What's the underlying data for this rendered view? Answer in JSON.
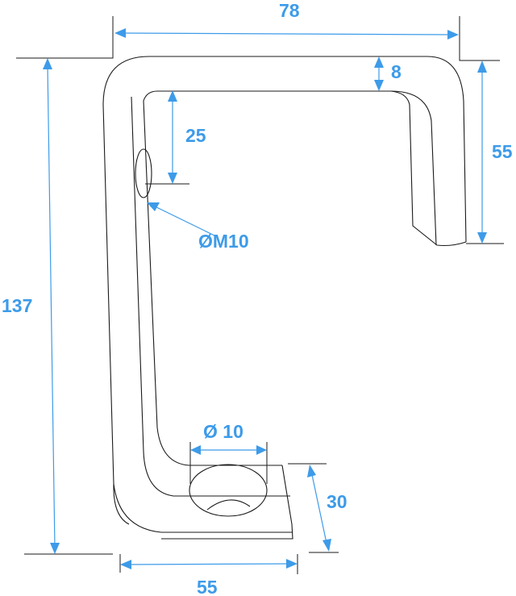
{
  "drawing": {
    "type": "bracket-technical-drawing",
    "accent_color": "#3d9be9",
    "line_color": "#1a1a1a",
    "dimensions": {
      "overall_width": "78",
      "overall_height": "137",
      "thickness": "8",
      "hole_offset_top": "25",
      "hook_depth": "55",
      "base_length": "55",
      "base_width": "30"
    },
    "hole_labels": {
      "side_hole": "M10",
      "base_hole": "10"
    },
    "diameter_symbol": "Ø"
  }
}
